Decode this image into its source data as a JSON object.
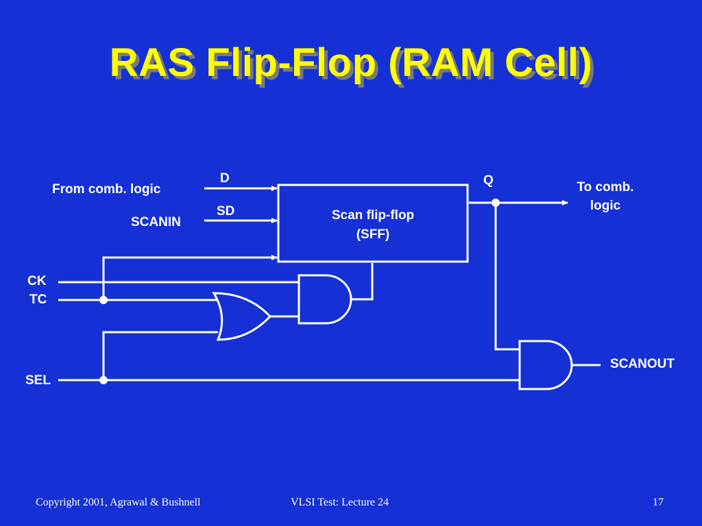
{
  "title": "RAS Flip-Flop (RAM Cell)",
  "diagram": {
    "signals": {
      "from_comb_logic": "From comb. logic",
      "scanin": "SCANIN",
      "ck": "CK",
      "tc": "TC",
      "sel": "SEL",
      "to_comb_logic_line1": "To comb.",
      "to_comb_logic_line2": "logic",
      "scanout": "SCANOUT"
    },
    "pins": {
      "d": "D",
      "sd": "SD",
      "q": "Q"
    },
    "sff": {
      "line1": "Scan flip-flop",
      "line2": "(SFF)"
    },
    "gates": [
      "and-gate",
      "or-gate",
      "and-gate"
    ]
  },
  "footer": {
    "copyright": "Copyright 2001, Agrawal & Bushnell",
    "lecture": "VLSI Test: Lecture 24",
    "page": "17"
  },
  "colors": {
    "background": "#1530d4",
    "title": "#ffff00",
    "title_shadow": "#7a7a7a",
    "wire": "#ffffff"
  }
}
